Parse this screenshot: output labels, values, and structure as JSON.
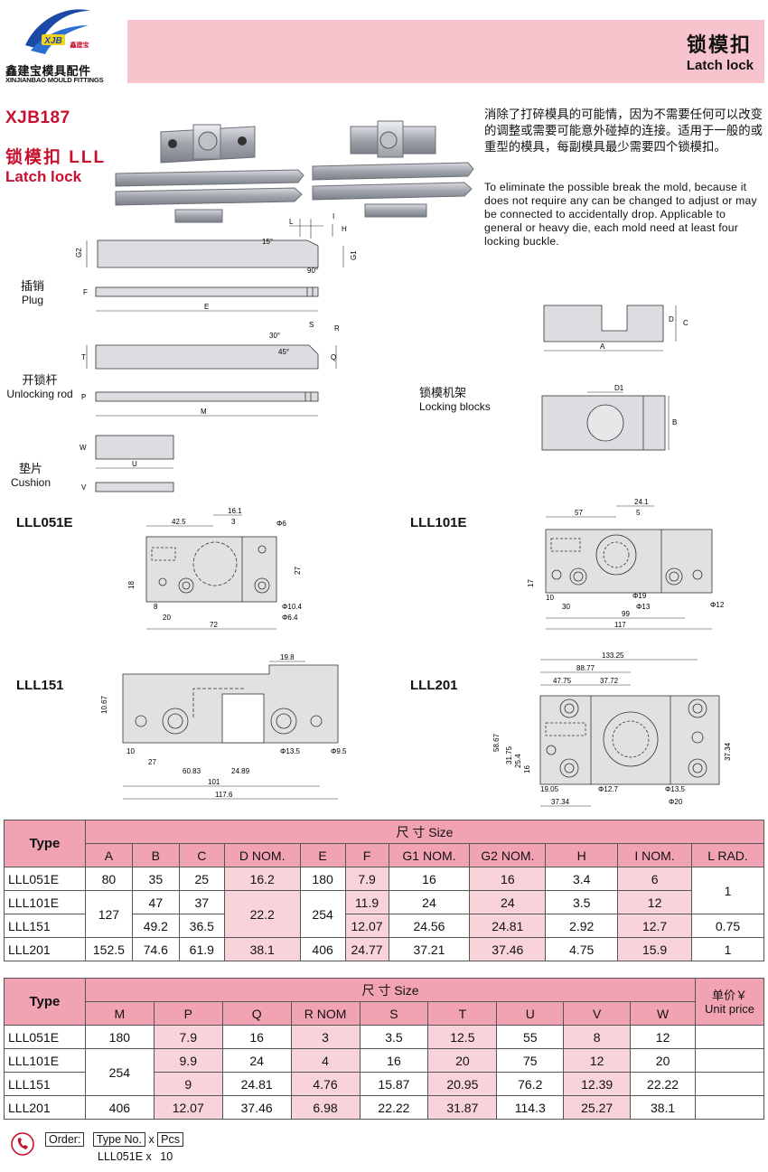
{
  "brand": {
    "logo_text": "XJB",
    "logo_small": "鑫建宝",
    "name_cn": "鑫建宝模具配件",
    "name_en": "XINJIANBAO MOULD FITTINGS"
  },
  "header": {
    "title_cn": "锁模扣",
    "title_en": "Latch lock"
  },
  "product": {
    "code": "XJB187",
    "name_cn": "锁模扣  LLL",
    "name_en": "Latch lock"
  },
  "description": {
    "cn": "消除了打碎模具的可能情，因为不需要任何可以改变的调整或需要可能意外碰掉的连接。适用于一般的或重型的模具，每副模具最少需要四个锁模扣。",
    "en": "To eliminate the possible break the mold, because it does not require any can be changed to adjust or may be connected to accidentally drop. Applicable to general or heavy die, each mold need at least four locking buckle."
  },
  "parts": {
    "plug": {
      "cn": "插销",
      "en": "Plug"
    },
    "unlocking_rod": {
      "cn": "开锁杆",
      "en": "Unlocking rod"
    },
    "cushion": {
      "cn": "垫片",
      "en": "Cushion"
    },
    "locking_blocks": {
      "cn": "锁模机架",
      "en": "Locking blocks"
    }
  },
  "dim_letters": {
    "L": "L",
    "I": "I",
    "H": "H",
    "G1": "G1",
    "G2": "G2",
    "deg15": "15°",
    "deg90": "90°",
    "F": "F",
    "E": "E",
    "S": "S",
    "R": "R",
    "Q": "Q",
    "T": "T",
    "deg30": "30°",
    "deg45": "45°",
    "P": "P",
    "M": "M",
    "W": "W",
    "U": "U",
    "V": "V",
    "A": "A",
    "C": "C",
    "D": "D",
    "B": "B",
    "D1": "D1"
  },
  "models": {
    "m1": {
      "name": "LLL051E",
      "dims": {
        "d425": "42.5",
        "d161": "16.1",
        "d3": "3",
        "phi6": "Φ6",
        "d27": "27",
        "d18": "18",
        "d8": "8",
        "d20": "20",
        "d72": "72",
        "phi104": "Φ10.4",
        "phi64": "Φ6.4"
      }
    },
    "m2": {
      "name": "LLL101E",
      "dims": {
        "d57": "57",
        "d241": "24.1",
        "d5": "5",
        "d17": "17",
        "d10": "10",
        "d30": "30",
        "phi19": "Φ19",
        "phi13": "Φ13",
        "phi12": "Φ12",
        "d99": "99",
        "d117": "117"
      }
    },
    "m3": {
      "name": "LLL151",
      "dims": {
        "d198": "19.8",
        "d1067": "10.67",
        "d10": "10",
        "d27": "27",
        "d6083": "60.83",
        "d2489": "24.89",
        "phi135": "Φ13.5",
        "phi95": "Φ9.5",
        "d101": "101",
        "d1176": "117.6"
      }
    },
    "m4": {
      "name": "LLL201",
      "dims": {
        "d13325": "133.25",
        "d8877": "88.77",
        "d4775": "47.75",
        "d3772": "37.72",
        "d5867": "58.67",
        "d3175": "31.75",
        "d254": "25.4",
        "d16": "16",
        "d3734v": "37.34",
        "d1905": "19.05",
        "phi127": "Φ12.7",
        "d3734": "37.34",
        "phi135": "Φ13.5",
        "phi20": "Φ20"
      }
    }
  },
  "table1": {
    "type_label": "Type",
    "size_label": "尺 寸 Size",
    "columns": [
      "A",
      "B",
      "C",
      "D NOM.",
      "E",
      "F",
      "G1 NOM.",
      "G2 NOM.",
      "H",
      "I NOM.",
      "L RAD."
    ],
    "types": [
      "LLL051E",
      "LLL101E",
      "LLL151",
      "LLL201"
    ],
    "A": [
      "80",
      "127",
      "152.5"
    ],
    "B": [
      "35",
      "47",
      "49.2",
      "74.6"
    ],
    "C": [
      "25",
      "37",
      "36.5",
      "61.9"
    ],
    "D": [
      "16.2",
      "22.2",
      "38.1"
    ],
    "E": [
      "180",
      "254",
      "406"
    ],
    "F": [
      "7.9",
      "11.9",
      "12.07",
      "24.77"
    ],
    "G1": [
      "16",
      "24",
      "24.56",
      "37.21"
    ],
    "G2": [
      "16",
      "24",
      "24.81",
      "37.46"
    ],
    "H": [
      "3.4",
      "3.5",
      "2.92",
      "4.75"
    ],
    "I": [
      "6",
      "12",
      "12.7",
      "15.9"
    ],
    "L": [
      "1",
      "0.75",
      "1"
    ]
  },
  "table2": {
    "type_label": "Type",
    "size_label": "尺 寸 Size",
    "price_cn": "单价￥",
    "price_en": "Unit price",
    "columns": [
      "M",
      "P",
      "Q",
      "R NOM",
      "S",
      "T",
      "U",
      "V",
      "W"
    ],
    "types": [
      "LLL051E",
      "LLL101E",
      "LLL151",
      "LLL201"
    ],
    "M": [
      "180",
      "254",
      "406"
    ],
    "P": [
      "7.9",
      "9.9",
      "9",
      "12.07"
    ],
    "Q": [
      "16",
      "24",
      "24.81",
      "37.46"
    ],
    "R": [
      "3",
      "4",
      "4.76",
      "6.98"
    ],
    "S": [
      "3.5",
      "16",
      "15.87",
      "22.22"
    ],
    "T": [
      "12.5",
      "20",
      "20.95",
      "31.87"
    ],
    "U": [
      "55",
      "75",
      "76.2",
      "114.3"
    ],
    "V": [
      "8",
      "12",
      "12.39",
      "25.27"
    ],
    "W": [
      "12",
      "20",
      "22.22",
      "38.1"
    ]
  },
  "order": {
    "label": "Order:",
    "type_no": "Type No.",
    "x": "x",
    "pcs": "Pcs",
    "example_type": "LLL051E",
    "example_qty": "10"
  }
}
